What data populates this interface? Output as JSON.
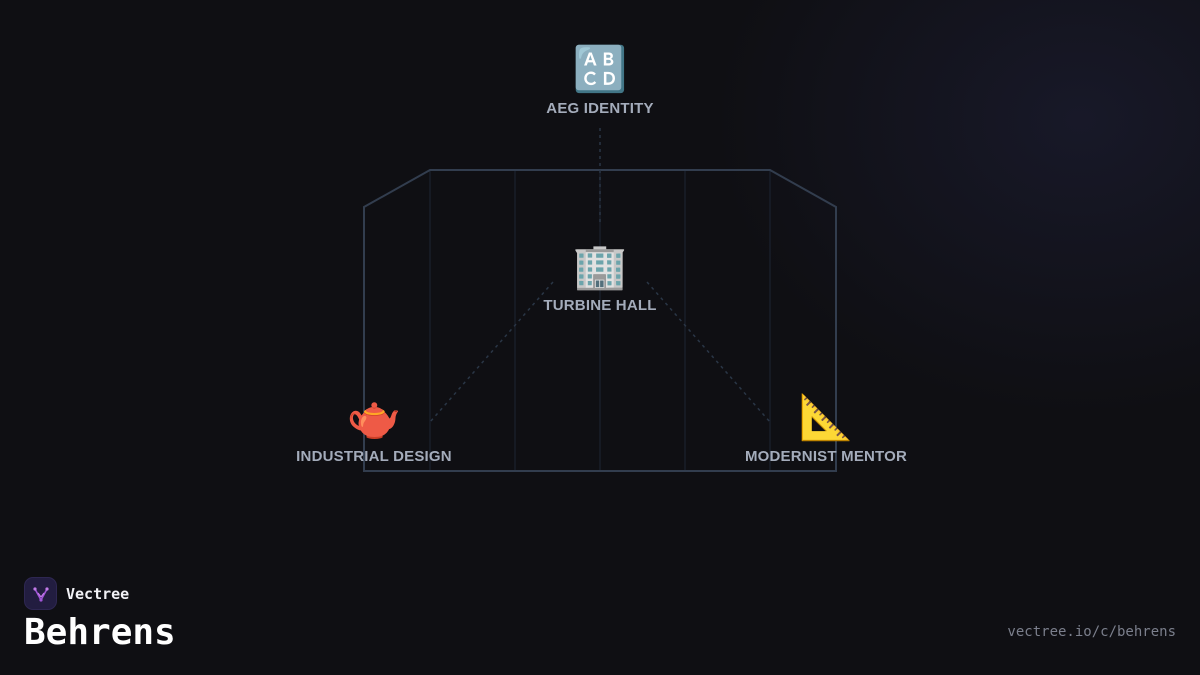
{
  "brand": {
    "name": "Vectree",
    "logo_icon": "vectree-logo-icon",
    "accent": "#a155d8"
  },
  "page": {
    "title": "Behrens",
    "url": "vectree.io/c/behrens"
  },
  "diagram": {
    "center": {
      "emoji": "🏢",
      "icon": "office-building-icon",
      "label": "TURBINE HALL"
    },
    "nodes": [
      {
        "id": "top",
        "emoji": "🔠",
        "icon": "abcd-letters-icon",
        "label": "AEG IDENTITY"
      },
      {
        "id": "left",
        "emoji": "🫖",
        "icon": "teapot-icon",
        "label": "INDUSTRIAL DESIGN"
      },
      {
        "id": "right",
        "emoji": "📐",
        "icon": "triangular-ruler-icon",
        "label": "MODERNIST MENTOR"
      }
    ],
    "colors": {
      "frame": "#323d4e",
      "inner_lines": "#1c2433",
      "connector": "#2a3646",
      "label": "#a4acbb"
    }
  }
}
